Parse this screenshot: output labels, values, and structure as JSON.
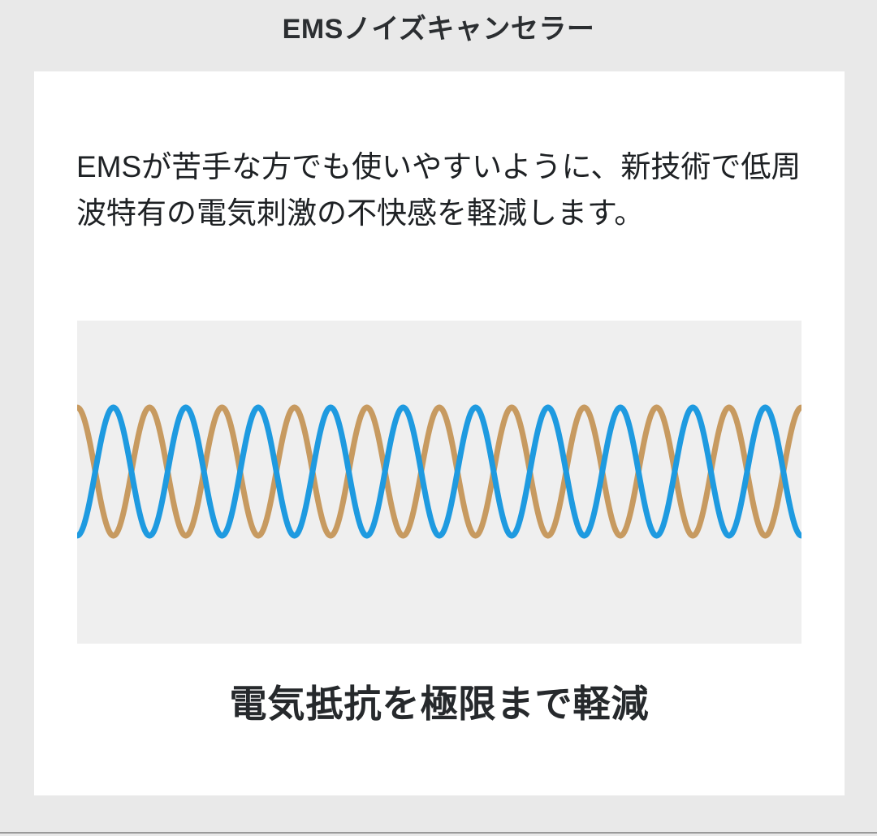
{
  "page": {
    "title": "EMSノイズキャンセラー",
    "background_color": "#e9e9e9",
    "card_color": "#ffffff"
  },
  "card": {
    "description": "EMSが苦手な方でも使いやすいように、新技術で低周波特有の電気刺激の不快感を軽減します。",
    "caption": "電気抵抗を極限まで軽減"
  },
  "figure": {
    "background_color": "#efefef",
    "wave_blue_color": "#1e9ae0",
    "wave_tan_color": "#c79a60"
  },
  "chart_data": {
    "type": "line",
    "title": "",
    "xlabel": "",
    "ylabel": "",
    "grid": false,
    "legend": "none",
    "description": "Two antiphase sine waves illustrating noise cancellation: a tan wave starting at its peak and a blue wave starting at its trough, 180 degrees out of phase.",
    "xlim": [
      0,
      10
    ],
    "ylim": [
      -1,
      1
    ],
    "cycles": 10,
    "series": [
      {
        "name": "tan-wave",
        "color": "#c79a60",
        "phase_degrees": 0,
        "amplitude": 1,
        "stroke_width": 7
      },
      {
        "name": "blue-wave",
        "color": "#1e9ae0",
        "phase_degrees": 180,
        "amplitude": 1,
        "stroke_width": 7
      }
    ]
  }
}
